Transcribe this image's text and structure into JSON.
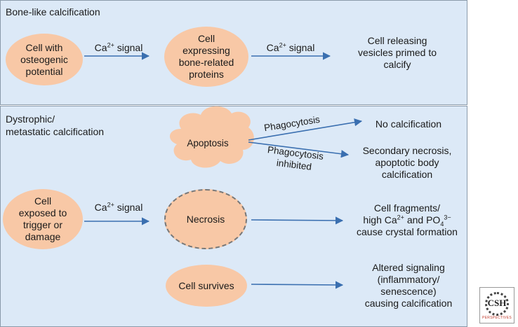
{
  "panels": {
    "top_title": "Bone-like calcification",
    "bottom_title_line1": "Dystrophic/",
    "bottom_title_line2": "metastatic calcification"
  },
  "nodes": {
    "osteogenic_l1": "Cell with",
    "osteogenic_l2": "osteogenic",
    "osteogenic_l3": "potential",
    "expressing_l1": "Cell",
    "expressing_l2": "expressing",
    "expressing_l3": "bone-related",
    "expressing_l4": "proteins",
    "apoptosis": "Apoptosis",
    "exposed_l1": "Cell",
    "exposed_l2": "exposed to",
    "exposed_l3": "trigger or",
    "exposed_l4": "damage",
    "necrosis": "Necrosis",
    "survives": "Cell survives"
  },
  "signals": {
    "ca_prefix": "Ca",
    "ca_sup": "2+",
    "ca_suffix": " signal"
  },
  "edge_labels": {
    "phagocytosis": "Phagocytosis",
    "phago_inhibited_l1": "Phagocytosis",
    "phago_inhibited_l2": "inhibited"
  },
  "outcomes": {
    "vesicles_l1": "Cell releasing",
    "vesicles_l2": "vesicles primed to",
    "vesicles_l3": "calcify",
    "no_calc": "No calcification",
    "secondary_l1": "Secondary necrosis,",
    "secondary_l2": "apoptotic body",
    "secondary_l3": "calcification",
    "fragments_l1": "Cell fragments/",
    "fragments_l2_a": "high Ca",
    "fragments_l2_sup": "2+",
    "fragments_l2_b": " and PO",
    "fragments_l2_sub": "4",
    "fragments_l2_sup2": "3−",
    "fragments_l3": "cause crystal formation",
    "altered_l1": "Altered signaling",
    "altered_l2": "(inflammatory/",
    "altered_l3": "senescence)",
    "altered_l4": "causing calcification"
  },
  "logo": {
    "main": "CSH",
    "sub": "PERSPECTIVES"
  },
  "colors": {
    "panel": "#dce9f7",
    "node": "#f8c8a6",
    "arrow": "#3a6fb0"
  }
}
